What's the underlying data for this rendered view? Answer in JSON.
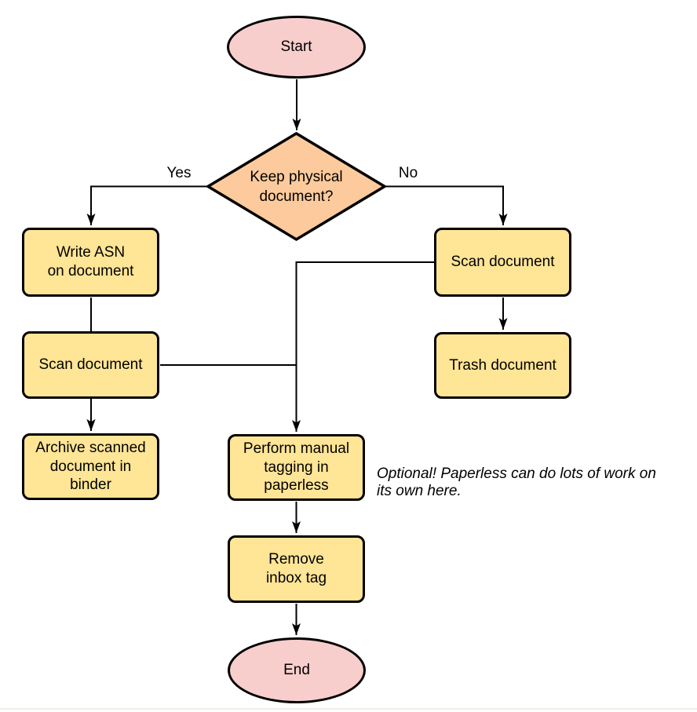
{
  "diagram": {
    "nodes": {
      "start": {
        "label": "Start"
      },
      "decision": {
        "label": "Keep physical\ndocument?"
      },
      "write_asn": {
        "label": "Write ASN\non document"
      },
      "scan_left": {
        "label": "Scan document"
      },
      "archive": {
        "label": "Archive scanned\ndocument in\nbinder"
      },
      "scan_right": {
        "label": "Scan document"
      },
      "trash": {
        "label": "Trash document"
      },
      "tagging": {
        "label": "Perform manual\ntagging in\npaperless"
      },
      "remove_inbox": {
        "label": "Remove\ninbox tag"
      },
      "end": {
        "label": "End"
      }
    },
    "edge_labels": {
      "yes": "Yes",
      "no": "No"
    },
    "annotation": "Optional! Paperless can do lots of work on\nits own here.",
    "colors": {
      "terminal_fill": "#F8CECC",
      "process_fill": "#FFE596",
      "decision_fill": "#FCCA9C",
      "stroke": "#000000"
    }
  }
}
